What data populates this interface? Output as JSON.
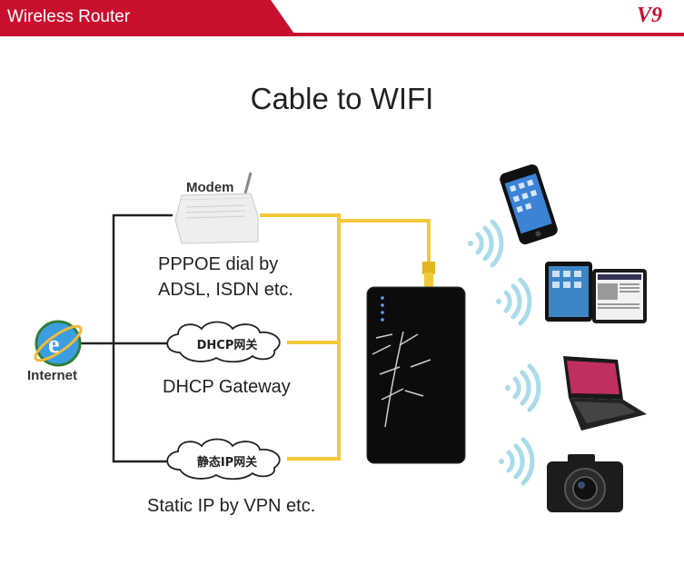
{
  "header": {
    "title": "Wireless Router",
    "model": "V9",
    "accent_color": "#c8102e"
  },
  "diagram": {
    "title": "Cable to WIFI",
    "internet_label": "Internet",
    "modem_label": "Modem",
    "branches": [
      {
        "description": "PPPOE dial by\nADSL, ISDN etc.",
        "line1": "PPPOE dial by",
        "line2": "ADSL, ISDN etc."
      },
      {
        "cloud_label": "DHCP网关",
        "description": "DHCP Gateway"
      },
      {
        "cloud_label": "静态IP网关",
        "description": "Static IP by VPN etc."
      }
    ],
    "devices": [
      "smartphone-icon",
      "tablet-icon",
      "laptop-icon",
      "camera-icon"
    ],
    "colors": {
      "cable": "#f3c93a",
      "wifi": "#a9dcea",
      "line": "#222222"
    }
  }
}
